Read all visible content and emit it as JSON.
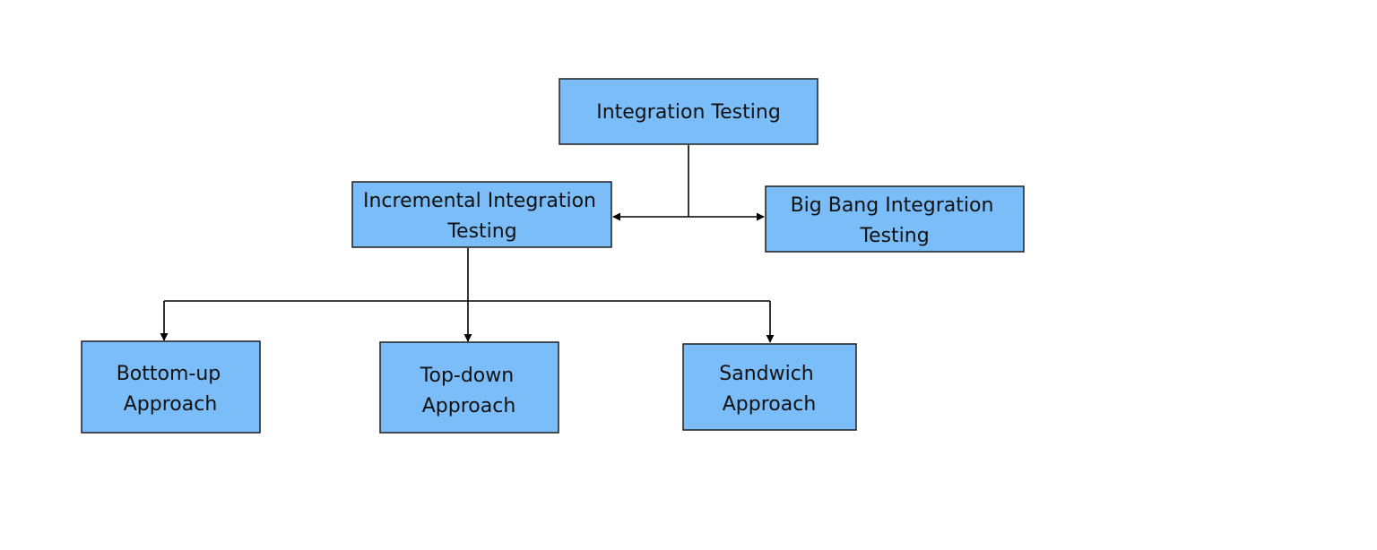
{
  "diagram": {
    "colors": {
      "box_fill": "#7bbdf8",
      "box_stroke": "#1f1f1f",
      "line": "#000000",
      "text": "#111111"
    },
    "nodes": {
      "root": {
        "lines": [
          "Integration Testing"
        ]
      },
      "incremental": {
        "lines": [
          "Incremental Integration",
          "Testing"
        ]
      },
      "bigbang": {
        "lines": [
          "Big Bang Integration",
          "Testing"
        ]
      },
      "bottomup": {
        "lines": [
          "Bottom-up",
          "Approach"
        ]
      },
      "topdown": {
        "lines": [
          "Top-down",
          "Approach"
        ]
      },
      "sandwich": {
        "lines": [
          "Sandwich",
          "Approach"
        ]
      }
    },
    "edges": [
      {
        "from": "root",
        "to": "incremental"
      },
      {
        "from": "root",
        "to": "bigbang"
      },
      {
        "from": "incremental",
        "to": "bottomup"
      },
      {
        "from": "incremental",
        "to": "topdown"
      },
      {
        "from": "incremental",
        "to": "sandwich"
      }
    ]
  }
}
